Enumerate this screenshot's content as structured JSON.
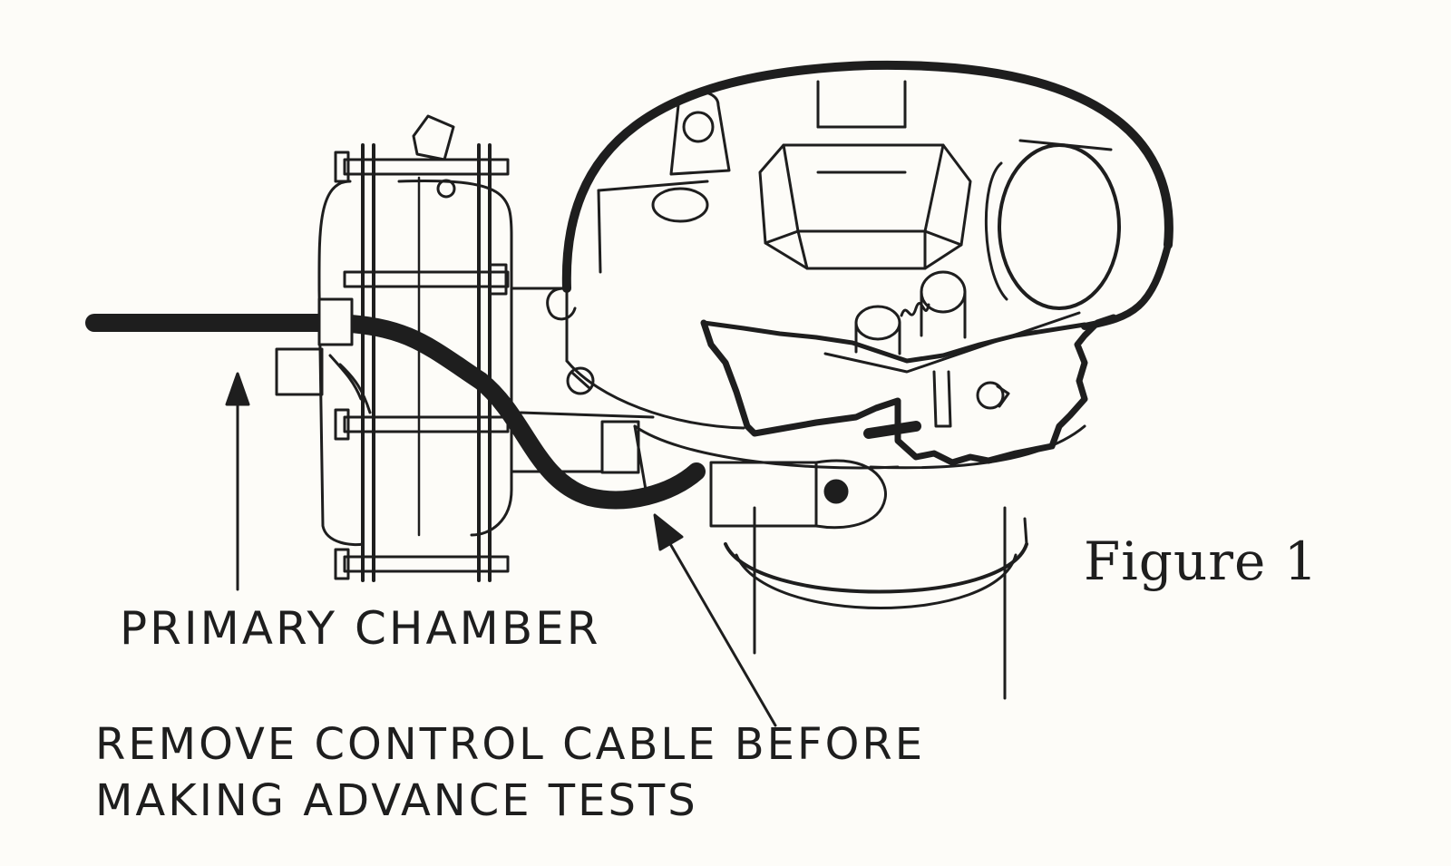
{
  "figure": {
    "caption": "Figure 1",
    "labels": {
      "primary_chamber": "PRIMARY CHAMBER",
      "remove_cable_line1": "REMOVE CONTROL CABLE BEFORE",
      "remove_cable_line2": "MAKING ADVANCE TESTS"
    },
    "colors": {
      "ink": "#1e1e1e",
      "paper": "#fdfcf8"
    }
  }
}
